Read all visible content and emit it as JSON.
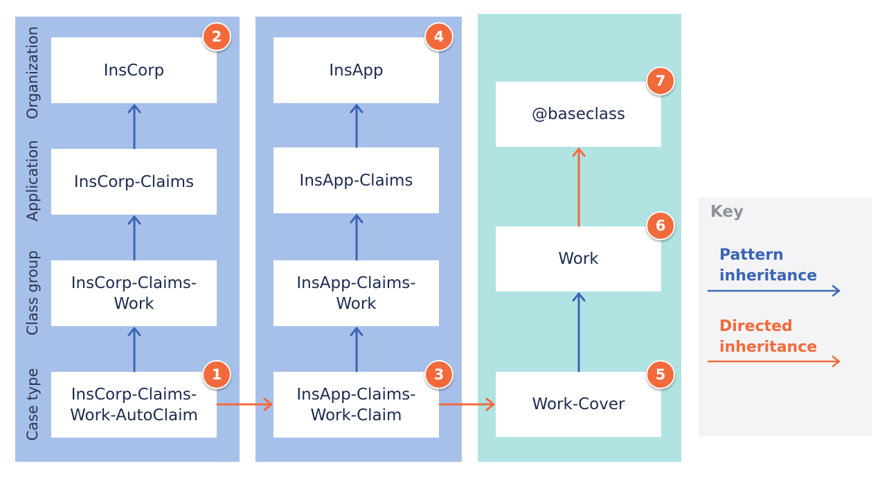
{
  "colors": {
    "blue_panel": "#a7c0ea",
    "teal_panel": "#b1e3e3",
    "pattern_arrow": "#3a64b4",
    "directed_arrow": "#f26a3c",
    "badge": "#f26a3c"
  },
  "row_labels": [
    "Organization",
    "Application",
    "Class group",
    "Case type"
  ],
  "columns": [
    {
      "boxes": [
        {
          "label": "InsCorp"
        },
        {
          "label": "InsCorp-Claims"
        },
        {
          "label": "InsCorp-Claims-\nWork"
        },
        {
          "label": "InsCorp-Claims-\nWork-AutoClaim"
        }
      ],
      "badges": [
        "2",
        "1"
      ]
    },
    {
      "boxes": [
        {
          "label": "InsApp"
        },
        {
          "label": "InsApp-Claims"
        },
        {
          "label": "InsApp-Claims-\nWork"
        },
        {
          "label": "InsApp-Claims-\nWork-Claim"
        }
      ],
      "badges": [
        "4",
        "3"
      ]
    },
    {
      "boxes": [
        {
          "label": "@baseclass"
        },
        {
          "label": "Work"
        },
        {
          "label": "Work-Cover"
        }
      ],
      "badges": [
        "7",
        "6",
        "5"
      ]
    }
  ],
  "key": {
    "title": "Key",
    "pattern_label": "Pattern\ninheritance",
    "directed_label": "Directed\ninheritance"
  }
}
